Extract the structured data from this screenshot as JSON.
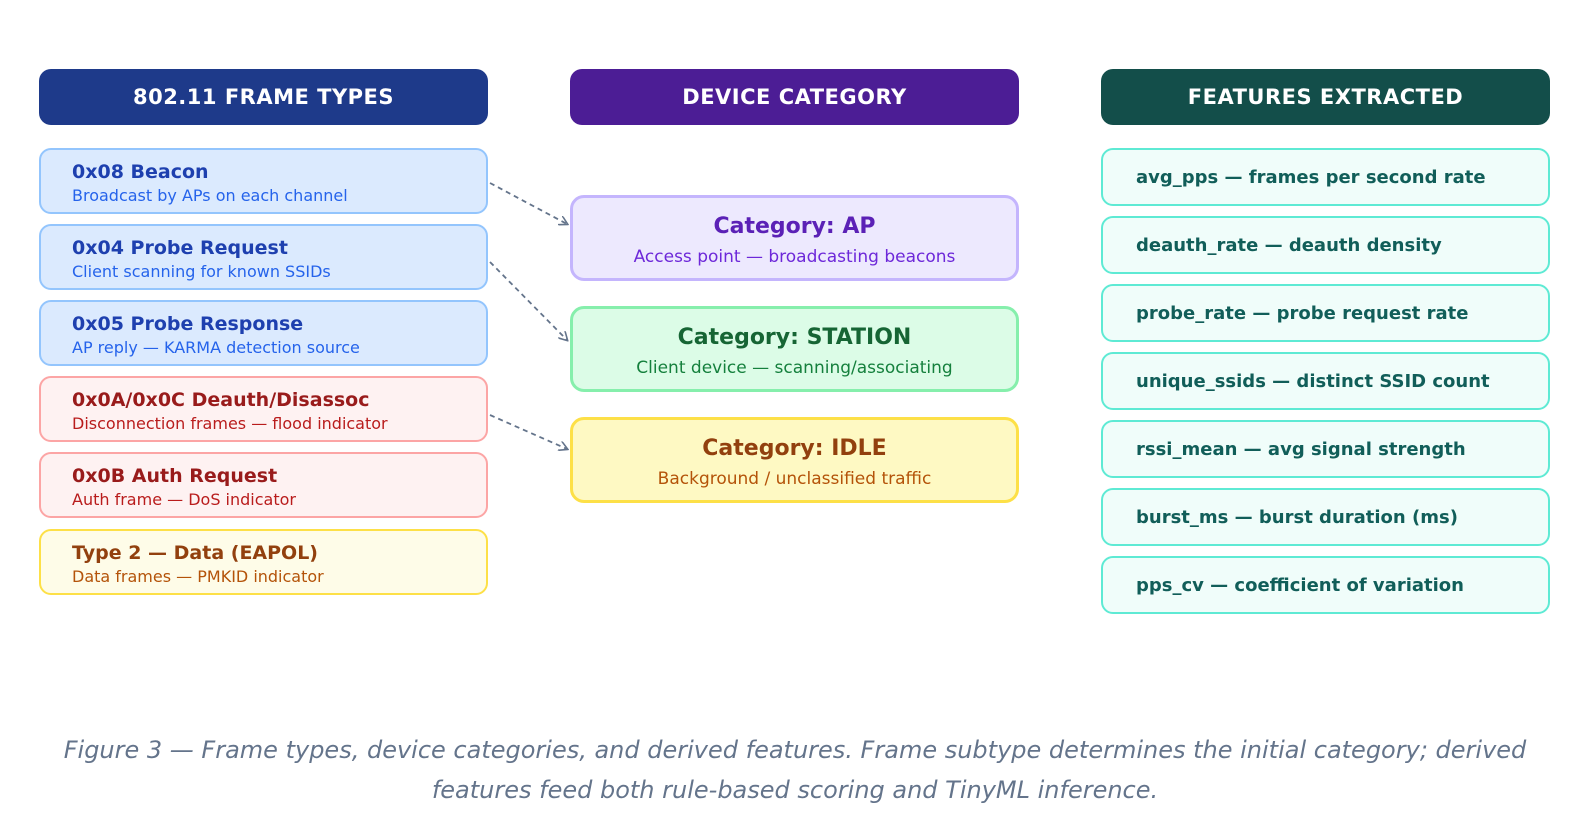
{
  "headers": {
    "frame_types": "802.11 FRAME TYPES",
    "device_category": "DEVICE CATEGORY",
    "features_extracted": "FEATURES EXTRACTED"
  },
  "frame_types": [
    {
      "title": "0x08 Beacon",
      "subtitle": "Broadcast by APs on each channel",
      "color": "#1e40af"
    },
    {
      "title": "0x04 Probe Request",
      "subtitle": "Client scanning for known SSIDs",
      "color": "#1e40af"
    },
    {
      "title": "0x05 Probe Response",
      "subtitle": "AP reply — KARMA detection source",
      "color": "#1e40af"
    },
    {
      "title": "0x0A/0x0C Deauth/Disassoc",
      "subtitle": "Disconnection frames — flood indicator",
      "color": "#991b1b"
    },
    {
      "title": "0x0B Auth Request",
      "subtitle": "Auth frame — DoS indicator",
      "color": "#991b1b"
    },
    {
      "title": "Type 2 — Data (EAPOL)",
      "subtitle": "Data frames — PMKID indicator",
      "color": "#92400e"
    }
  ],
  "categories": [
    {
      "title": "Category: AP",
      "subtitle": "Access point — broadcasting beacons",
      "color": "#5b21b6"
    },
    {
      "title": "Category: STATION",
      "subtitle": "Client device — scanning/associating",
      "color": "#166534"
    },
    {
      "title": "Category: IDLE",
      "subtitle": "Background / unclassified traffic",
      "color": "#92400e"
    }
  ],
  "features": [
    "avg_pps — frames per second rate",
    "deauth_rate — deauth density",
    "probe_rate — probe request rate",
    "unique_ssids — distinct SSID count",
    "rssi_mean — avg signal strength",
    "burst_ms — burst duration (ms)",
    "pps_cv — coefficient of variation"
  ],
  "caption": "Figure 3 — Frame types, device categories, and derived features. Frame subtype determines the initial category; derived features feed both rule-based scoring and TinyML inference."
}
